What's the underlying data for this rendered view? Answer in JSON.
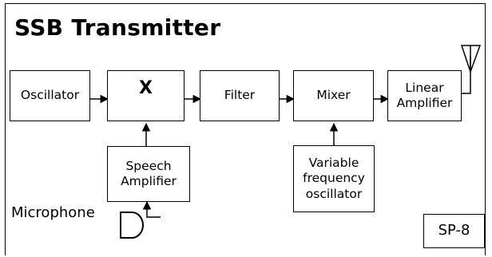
{
  "diagram": {
    "title": "SSB Transmitter",
    "blocks": {
      "oscillator": "Oscillator",
      "multiplier": "X",
      "filter": "Filter",
      "mixer": "Mixer",
      "linear_amplifier": "Linear\nAmplifier",
      "speech_amplifier": "Speech\nAmplifier",
      "vfo": "Variable\nfrequency\noscillator"
    },
    "microphone_label": "Microphone",
    "page_label": "SP-8"
  }
}
